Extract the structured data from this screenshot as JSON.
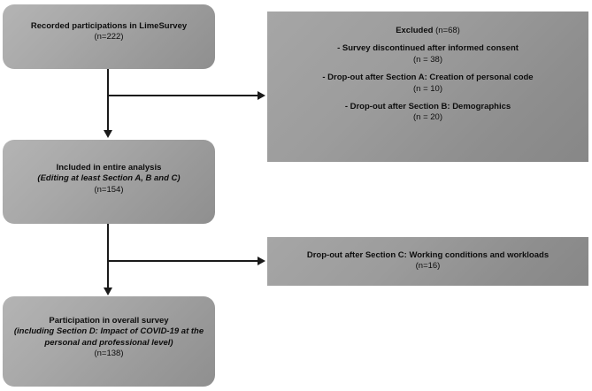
{
  "diagram": {
    "type": "flowchart",
    "title": "Study participation flow diagram",
    "colors": {
      "box_fill": "#9c9c9c",
      "box_fill_light": "#b4b4b4",
      "text": "#0d0d0d",
      "connector": "#1a1a1a",
      "background": "#ffffff"
    },
    "nodes": [
      {
        "id": "recorded",
        "shape": "rounded-rect",
        "lines": [
          {
            "text": "Recorded participations in LimeSurvey",
            "style": "bold"
          },
          {
            "text": "(n=222)",
            "style": "normal"
          }
        ]
      },
      {
        "id": "excluded",
        "shape": "rect",
        "lines": [
          {
            "text": "Excluded",
            "style": "bold",
            "suffix": " (n=68)",
            "suffix_style": "normal"
          },
          {
            "text": "",
            "style": "spacer"
          },
          {
            "text": "- Survey discontinued after informed consent",
            "style": "bold"
          },
          {
            "text": "(n = 38)",
            "style": "normal"
          },
          {
            "text": "",
            "style": "spacer"
          },
          {
            "text": "- Drop-out after Section A: Creation of personal code",
            "style": "bold"
          },
          {
            "text": "(n = 10)",
            "style": "normal"
          },
          {
            "text": "",
            "style": "spacer"
          },
          {
            "text": "- Drop-out after Section B: Demographics",
            "style": "bold"
          },
          {
            "text": "(n = 20)",
            "style": "normal"
          }
        ]
      },
      {
        "id": "included",
        "shape": "rounded-rect",
        "lines": [
          {
            "text": "Included in entire analysis",
            "style": "bold"
          },
          {
            "text": "(Editing at least Section A, B and C)",
            "style": "bold-italic"
          },
          {
            "text": "(n=154)",
            "style": "normal"
          }
        ]
      },
      {
        "id": "dropout-c",
        "shape": "rect",
        "lines": [
          {
            "text": "Drop-out after Section C: Working conditions and workloads",
            "style": "bold"
          },
          {
            "text": "(n=16)",
            "style": "normal"
          }
        ]
      },
      {
        "id": "participation",
        "shape": "rounded-rect",
        "lines": [
          {
            "text": "Participation in overall survey",
            "style": "bold"
          },
          {
            "text": "(including Section D: Impact of COVID-19 at the",
            "style": "bold-italic"
          },
          {
            "text": "personal and professional level)",
            "style": "bold-italic"
          },
          {
            "text": "(n=138)",
            "style": "normal"
          }
        ]
      }
    ],
    "edges": [
      {
        "from": "recorded",
        "to": "included",
        "kind": "arrow-down"
      },
      {
        "from": "recorded",
        "to": "excluded",
        "kind": "arrow-right"
      },
      {
        "from": "included",
        "to": "participation",
        "kind": "arrow-down"
      },
      {
        "from": "included",
        "to": "dropout-c",
        "kind": "arrow-right"
      }
    ]
  }
}
